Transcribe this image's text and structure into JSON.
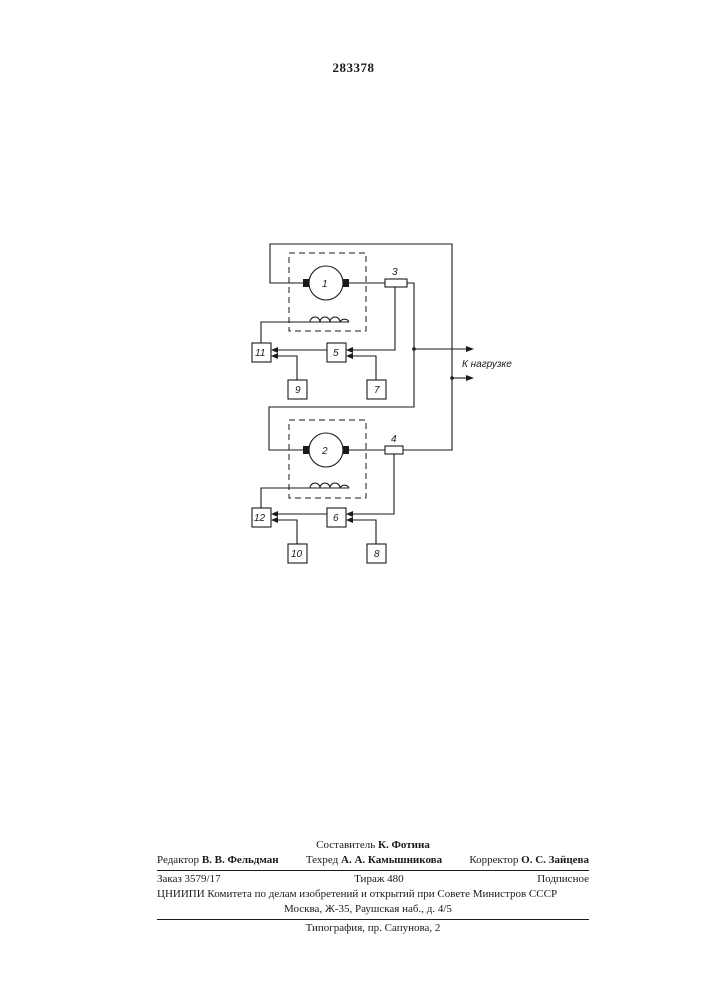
{
  "page_number": "283378",
  "diagram": {
    "labels": {
      "motor1": "1",
      "motor2": "2",
      "sensor3": "3",
      "sensor4": "4",
      "block5": "5",
      "block6": "6",
      "block7": "7",
      "block8": "8",
      "block9": "9",
      "block10": "10",
      "block11": "11",
      "block12": "12",
      "load": "К нагрузке"
    }
  },
  "colophon": {
    "compiler_label": "Составитель",
    "compiler_name": "К. Фотина",
    "editor_label": "Редактор",
    "editor_name": "В. В. Фельдман",
    "techred_label": "Техред",
    "techred_name": "А. А. Камышникова",
    "corrector_label": "Корректор",
    "corrector_name": "О. С. Зайцева",
    "order": "Заказ 3579/17",
    "circulation": "Тираж 480",
    "subscription": "Подписное",
    "institute": "ЦНИИПИ Комитета по делам изобретений и открытий при Совете Министров СССР",
    "address": "Москва, Ж-35, Раушская наб., д. 4/5",
    "printer": "Типография, пр. Сапунова, 2"
  }
}
